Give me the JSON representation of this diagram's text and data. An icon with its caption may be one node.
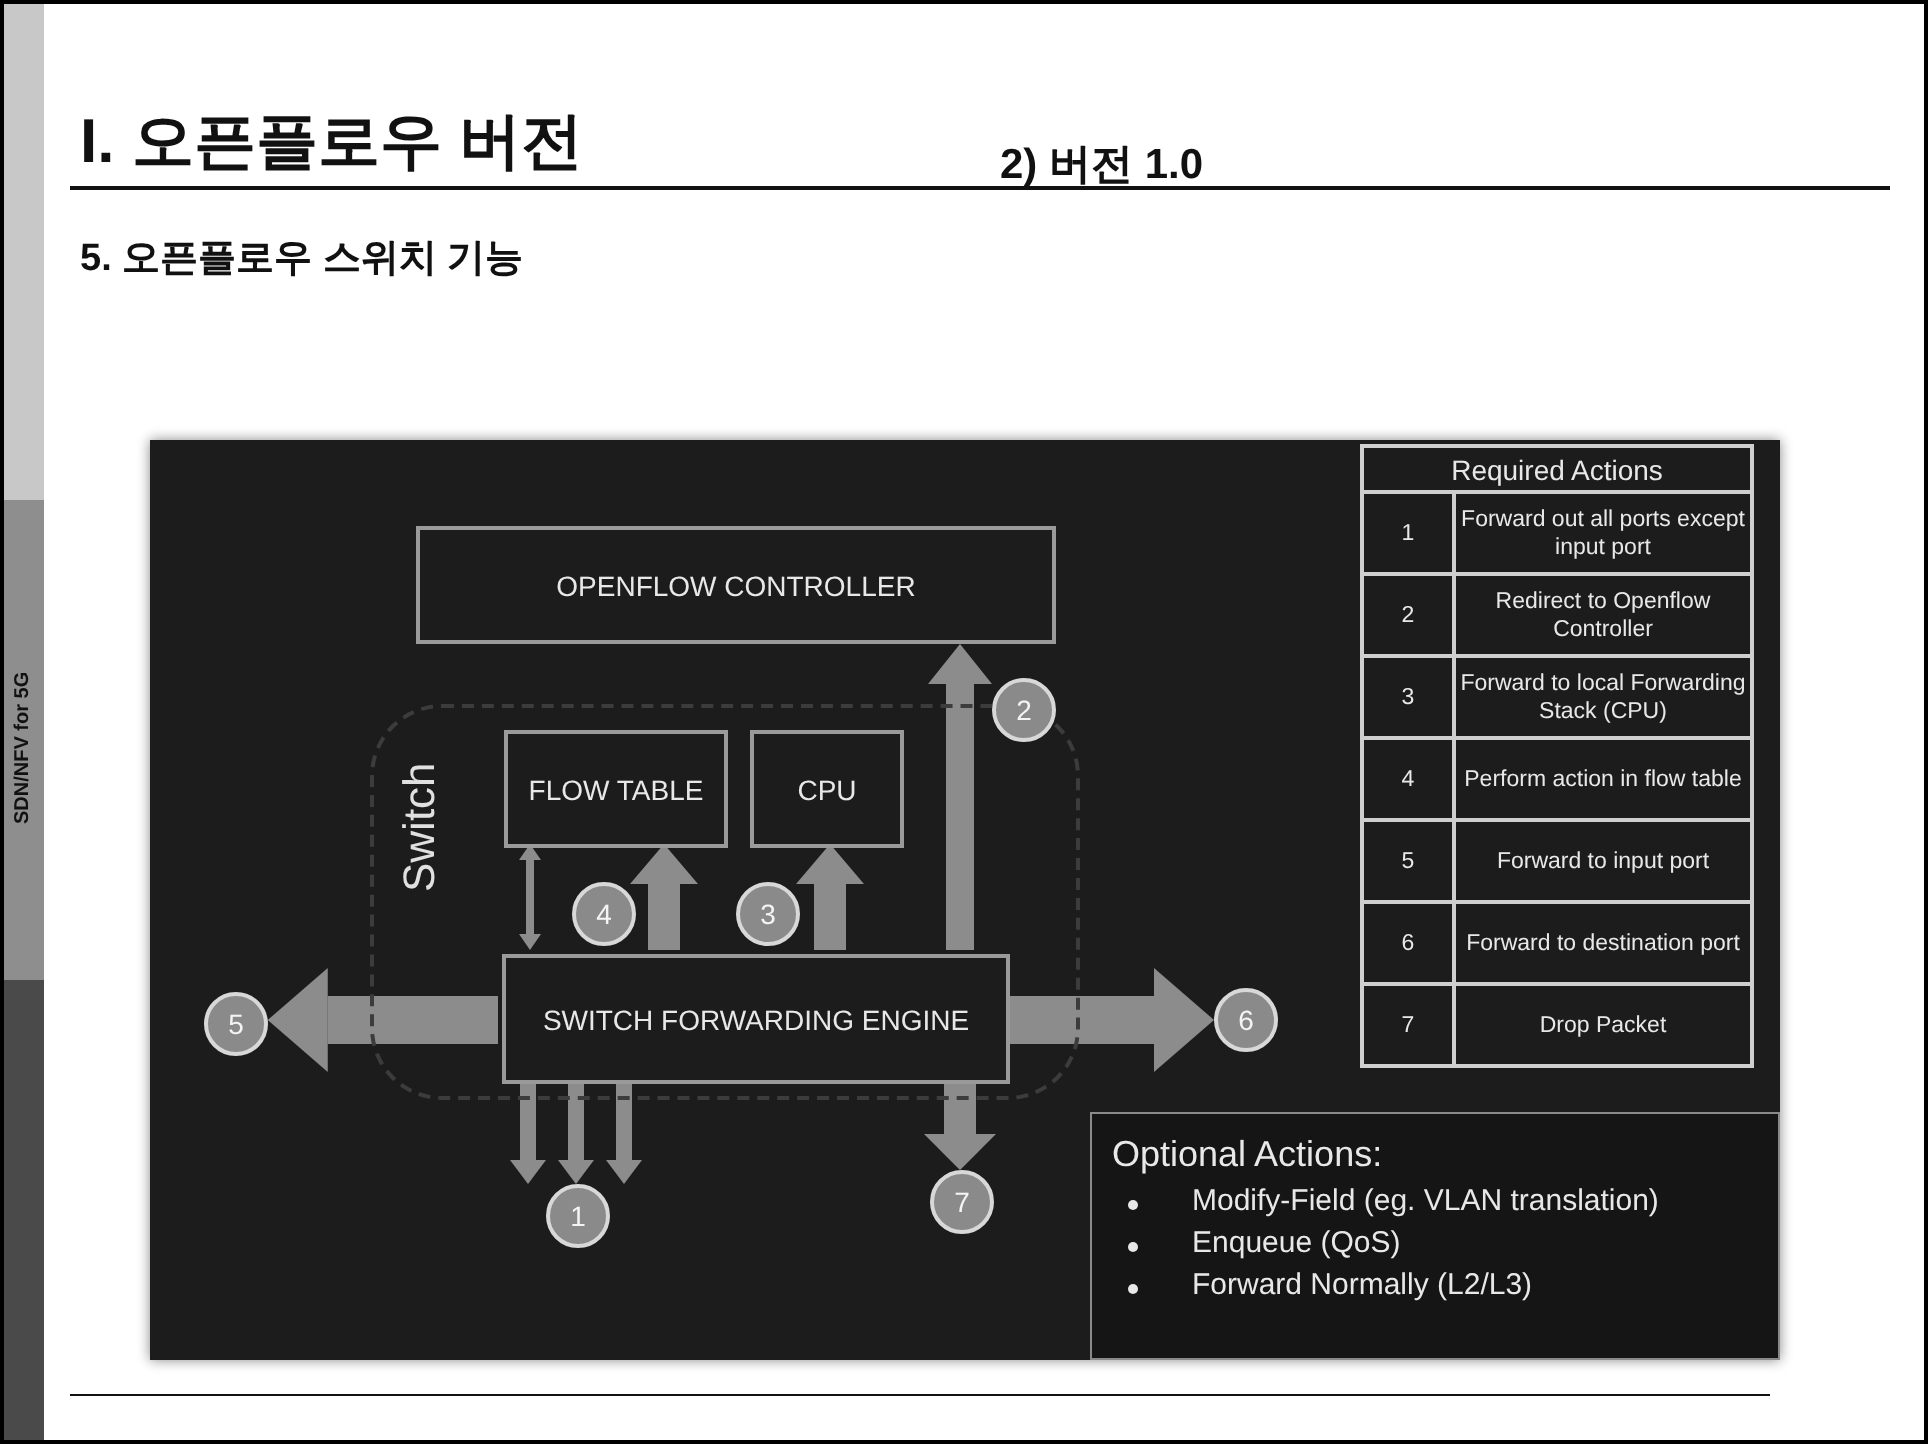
{
  "diagram": {
    "title": "I. 오픈플로우 버전",
    "nodes": [
      {
        "text": [
          "OPENFLOW CONTROLLER"
        ]
      },
      {
        "text": [
          "Switch"
        ]
      },
      {
        "text": [
          "FLOW TABLE"
        ],
        "in": 1
      },
      {
        "text": [
          "CPU"
        ],
        "in": 1
      },
      {
        "text": [
          "SWITCH FORWARDING ENGINE"
        ],
        "in": 1
      },
      {
        "text": [
          "1"
        ]
      },
      {
        "text": [
          "2"
        ]
      },
      {
        "text": [
          "3"
        ],
        "in": 1
      },
      {
        "text": [
          "4"
        ],
        "in": 1
      },
      {
        "text": [
          "5"
        ]
      },
      {
        "text": [
          "6"
        ]
      },
      {
        "text": [
          "7"
        ]
      },
      {
        "text": [
          "Optional Actions:",
          "Modify-Field (eg. VLAN translation)",
          "Enqueue (QoS)",
          "Forward Normally (L2/L3)"
        ]
      }
    ],
    "edges": [
      {
        "from": 4,
        "to": 0,
        "arrow": "to"
      },
      {
        "from": 4,
        "to": 3,
        "arrow": "to"
      },
      {
        "from": 4,
        "to": 2,
        "arrow": "to"
      },
      {
        "from": 2,
        "to": 4,
        "arrow": "both"
      },
      {
        "from": 4,
        "to": 9,
        "arrow": "to"
      },
      {
        "from": 4,
        "to": 10,
        "arrow": "to"
      },
      {
        "from": 4,
        "to": 11,
        "arrow": "to"
      },
      {
        "from": 4,
        "to": 5,
        "arrow": "to"
      },
      {
        "from": 4,
        "to": 5,
        "arrow": "to"
      },
      {
        "from": 4,
        "to": 5,
        "arrow": "to"
      }
    ],
    "labels": [
      "2) 버전 1.0",
      "5. 오픈플로우 스위치 기능",
      "SDN/NFV for 5G",
      "Required Actions",
      "1",
      "Forward out all ports except input port",
      "2",
      "Redirect to Openflow Controller",
      "3",
      "Forward to local Forwarding Stack (CPU)",
      "4",
      "Perform action in flow table",
      "5",
      "Forward to input port",
      "6",
      "Forward to destination port",
      "7",
      "Drop Packet"
    ]
  }
}
